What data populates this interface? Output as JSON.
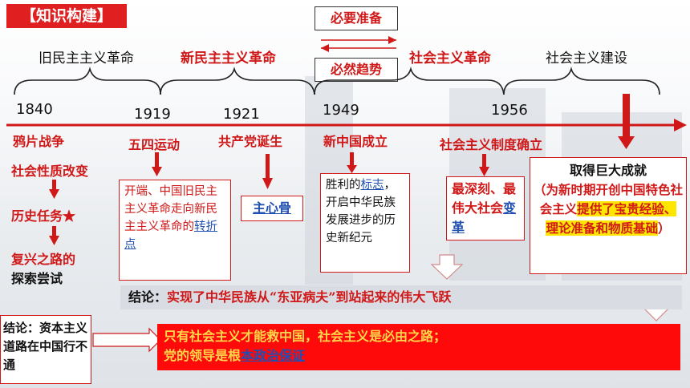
{
  "header": {
    "title": "【知识构建】"
  },
  "eras": {
    "old_democratic": "旧民主主义革命",
    "new_democratic": "新民主主义革命",
    "socialist_revolution": "社会主义革命",
    "socialist_construction": "社会主义建设"
  },
  "bridge": {
    "top_label": "必要准备",
    "bottom_label": "必然趋势"
  },
  "years": [
    "1840",
    "1919",
    "1921",
    "1949",
    "1956"
  ],
  "events": {
    "opium_war": "鸦片战争",
    "may_fourth": "五四运动",
    "cpc_founded": "共产党诞生",
    "new_china": "新中国成立",
    "socialist_system": "社会主义制度确立",
    "achievements_title": "取得巨大成就"
  },
  "left_chain": {
    "nature_change": "社会性质改变",
    "historic_task": "历史任务★",
    "revival_line1": "复兴之路的",
    "revival_line2": "探索尝试"
  },
  "may_fourth_box": {
    "part1": "开端、中国旧民主主义革命走向新民主主义革命的",
    "highlight": "转折点"
  },
  "cpc_box": {
    "text": "主心骨"
  },
  "new_china_box": {
    "part1": "胜利的",
    "highlight": "标志",
    "part2": "，开启中华民族发展进步的历史新纪元"
  },
  "socialist_box": {
    "part1": "最深刻、最伟大社会",
    "highlight": "变革"
  },
  "achievements_box": {
    "part1": "（为新时期开创中国特色社会主义",
    "highlight": "提供了宝贵经验、理论准备和物质基础",
    "part2": "）"
  },
  "conclusion_main": {
    "label": "结论：",
    "text": "实现了中华民族从“东亚病夫”到站起来的伟大飞跃"
  },
  "conclusion_left": {
    "text": "结论：资本主义道路在中国行不通"
  },
  "conclusion_red": {
    "line1": "只有社会主义才能救中国，社会主义是必由之路；",
    "line2a": "党的领导是根",
    "line2b": "本政治保证"
  },
  "colors": {
    "accent_red": "#d01818",
    "banner_red": "#ff0a0a",
    "highlight_yellow": "#ffe600",
    "link_blue": "#1f4fb0"
  }
}
